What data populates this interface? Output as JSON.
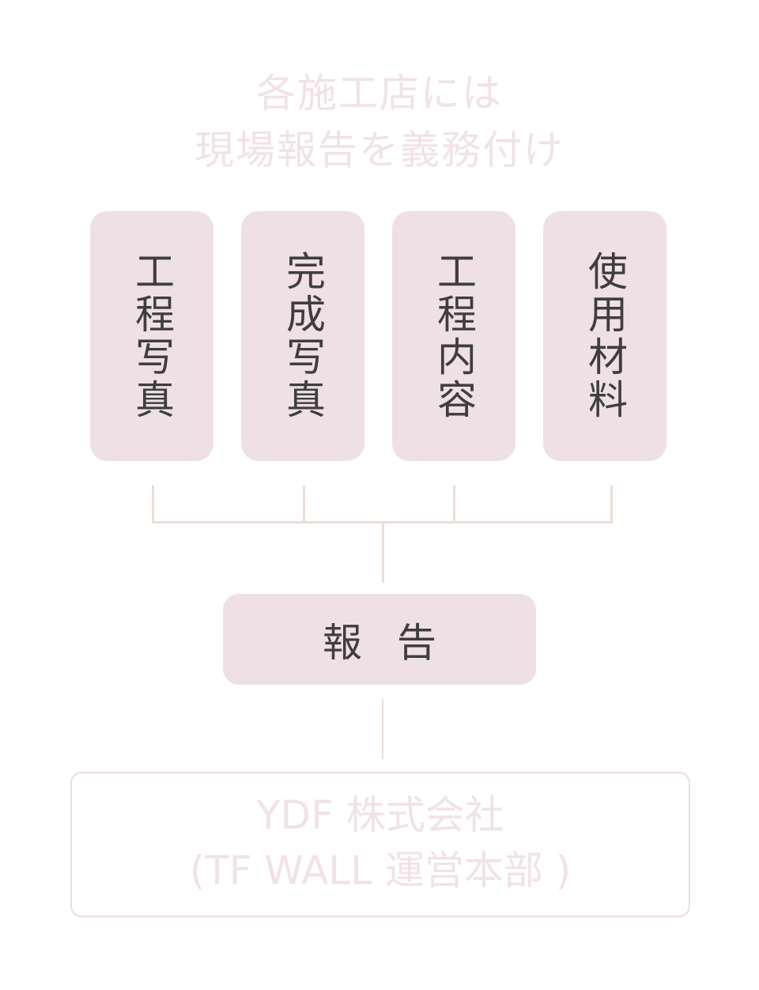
{
  "title": {
    "line1": "各施工店には",
    "line2": "現場報告を義務付け"
  },
  "items": [
    {
      "label": "工程写真"
    },
    {
      "label": "完成写真"
    },
    {
      "label": "工程内容"
    },
    {
      "label": "使用材料"
    }
  ],
  "report": {
    "label": "報 告"
  },
  "company": {
    "line1": "YDF 株式会社",
    "line2": "(TF WALL 運営本部 )"
  },
  "colors": {
    "box_fill": "#EFE0E6",
    "text_dark": "#3E3E3E",
    "text_light": "#F1E2E8",
    "line": "#EDDDD7"
  }
}
